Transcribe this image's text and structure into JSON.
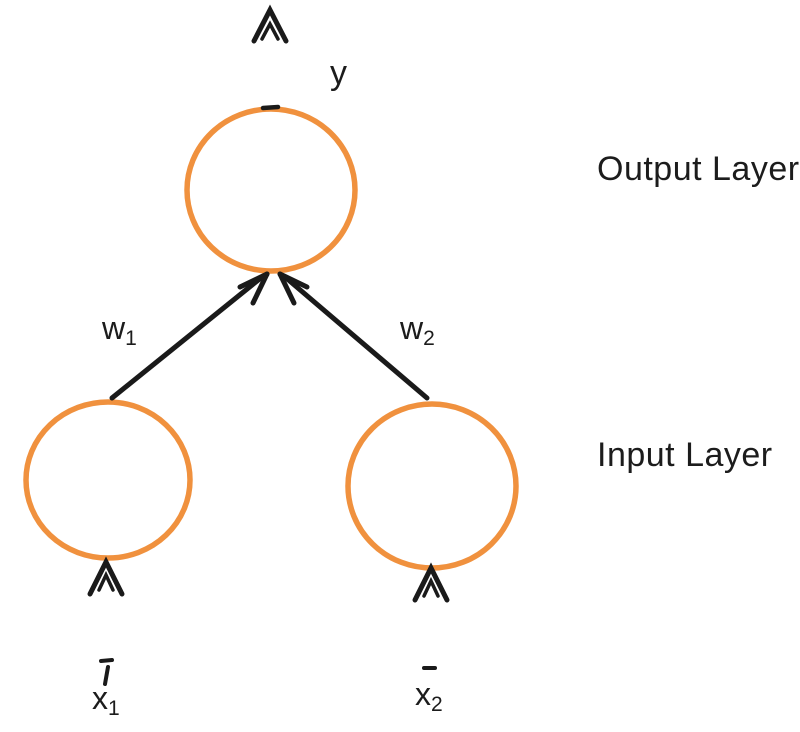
{
  "diagram": {
    "colors": {
      "node": "#F0913E",
      "stroke": "#1A1A1A",
      "text": "#1C1C1C"
    },
    "layer_labels": {
      "output": "Output Layer",
      "input": "Input Layer"
    },
    "node_labels": {
      "output": {
        "base": "y"
      },
      "weight1": {
        "base": "w",
        "sub": "1"
      },
      "weight2": {
        "base": "w",
        "sub": "2"
      },
      "input1": {
        "base": "x",
        "sub": "1"
      },
      "input2": {
        "base": "x",
        "sub": "2"
      }
    },
    "network": {
      "type": "feedforward-neural-network",
      "layers": [
        {
          "name": "Input Layer",
          "nodes": [
            "x1",
            "x2"
          ]
        },
        {
          "name": "Output Layer",
          "nodes": [
            "y"
          ]
        }
      ],
      "edges": [
        {
          "from": "x1",
          "to": "y",
          "weight": "w1"
        },
        {
          "from": "x2",
          "to": "y",
          "weight": "w2"
        }
      ]
    }
  }
}
